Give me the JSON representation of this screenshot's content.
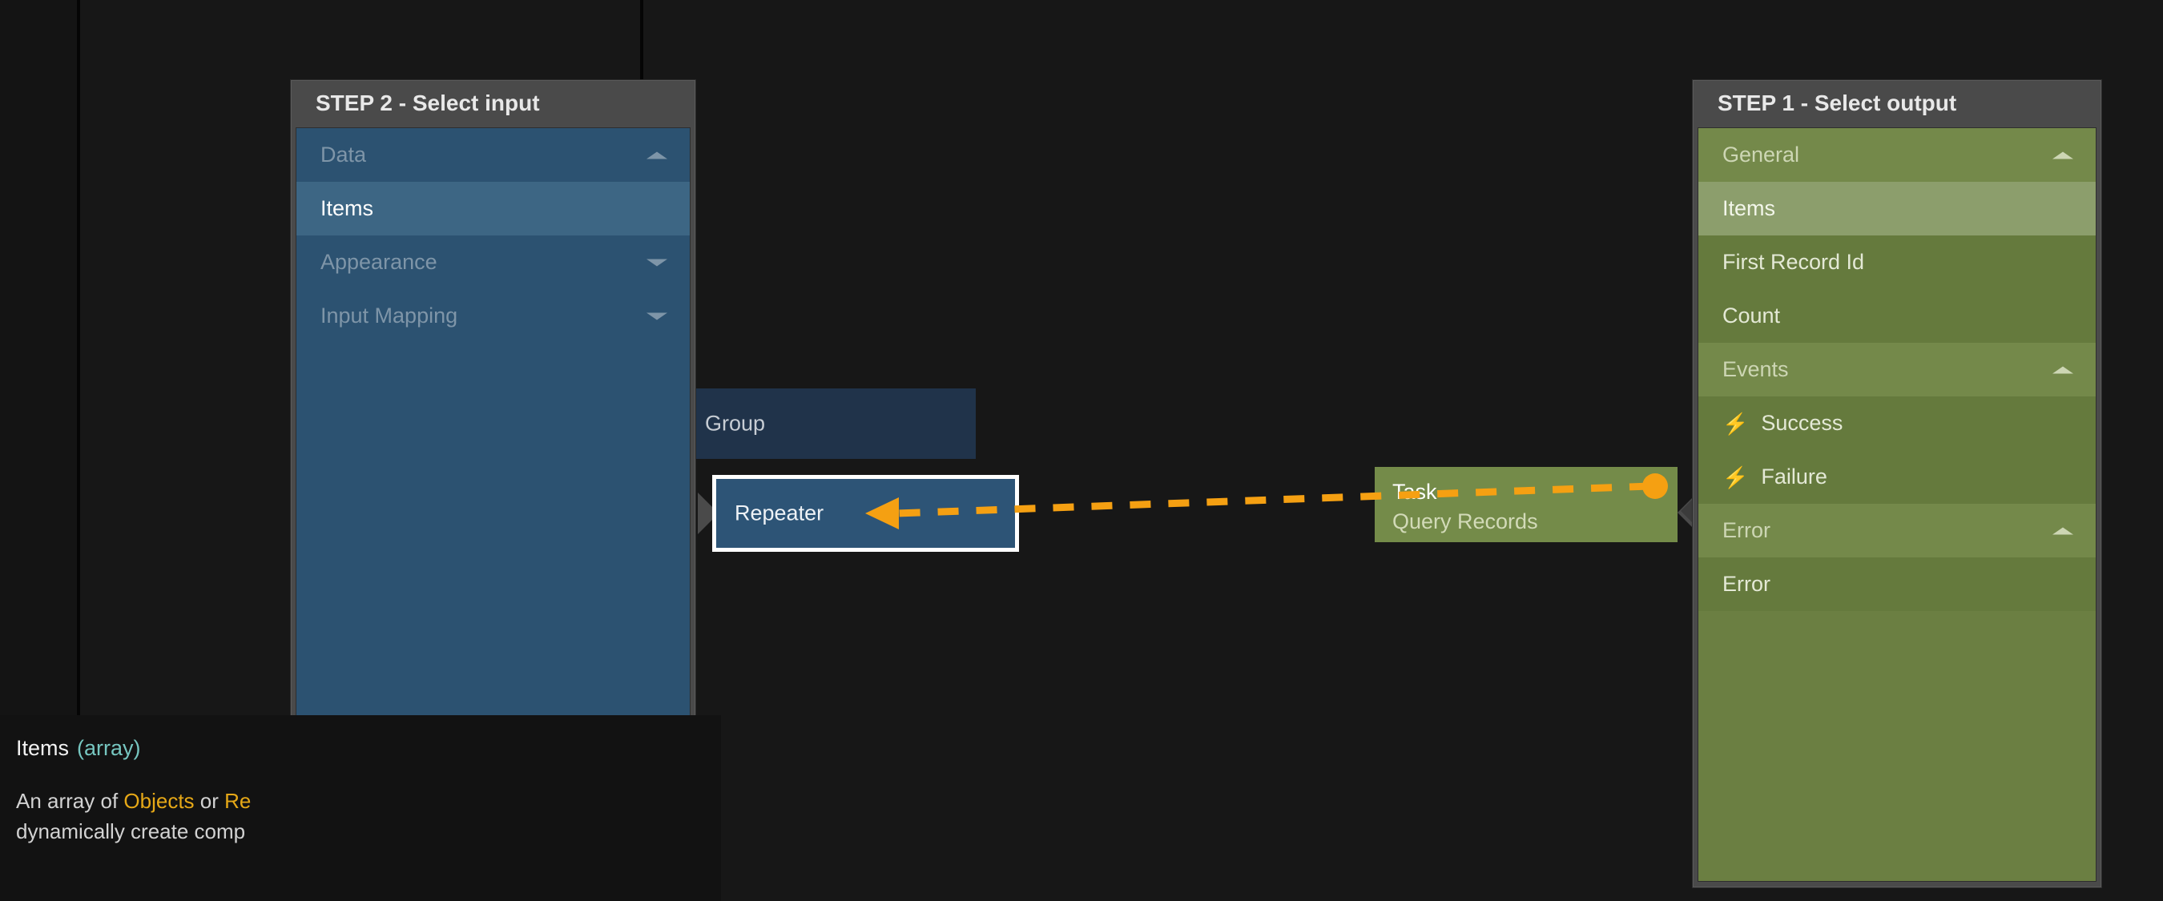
{
  "app": {
    "canvas_bg": "#171717",
    "accent_orange": "#f5a012",
    "accent_blue": "#2c5271",
    "accent_green": "#6b7f42"
  },
  "canvas": {
    "nodes": [
      {
        "id": "group",
        "type": "Group",
        "label": "Group",
        "subtitle": ""
      },
      {
        "id": "repeater",
        "type": "Repeater",
        "label": "Repeater",
        "subtitle": "",
        "selected": true
      },
      {
        "id": "task",
        "type": "Task",
        "label": "Task",
        "subtitle": "Query Records"
      }
    ],
    "connection": {
      "from": "task",
      "to": "repeater",
      "style": "dashed",
      "color": "#f5a012",
      "direction": "right-to-left"
    }
  },
  "panel_input": {
    "header": "STEP 2 - Select input",
    "items": [
      {
        "label": "Data",
        "kind": "section",
        "caret": "up",
        "muted": true
      },
      {
        "label": "Items",
        "kind": "leaf",
        "selected": true
      },
      {
        "label": "Appearance",
        "kind": "section",
        "caret": "down",
        "muted": true
      },
      {
        "label": "Input Mapping",
        "kind": "section",
        "caret": "down",
        "muted": true
      }
    ]
  },
  "panel_output": {
    "header": "STEP 1 - Select output",
    "items": [
      {
        "label": "General",
        "kind": "section",
        "caret": "up"
      },
      {
        "label": "Items",
        "kind": "leaf",
        "selected": true
      },
      {
        "label": "First Record Id",
        "kind": "leaf"
      },
      {
        "label": "Count",
        "kind": "leaf"
      },
      {
        "label": "Events",
        "kind": "section",
        "caret": "up"
      },
      {
        "label": "Success",
        "kind": "leaf",
        "icon": "bolt-icon"
      },
      {
        "label": "Failure",
        "kind": "leaf",
        "icon": "bolt-icon"
      },
      {
        "label": "Error",
        "kind": "section",
        "caret": "up"
      },
      {
        "label": "Error",
        "kind": "leaf"
      }
    ]
  },
  "tooltip": {
    "title": "Items",
    "type": "(array)",
    "body_pre": "An array of ",
    "body_kw1": "Objects",
    "body_mid": " or ",
    "body_kw2": "Re",
    "body_post": "dynamically create comp"
  }
}
